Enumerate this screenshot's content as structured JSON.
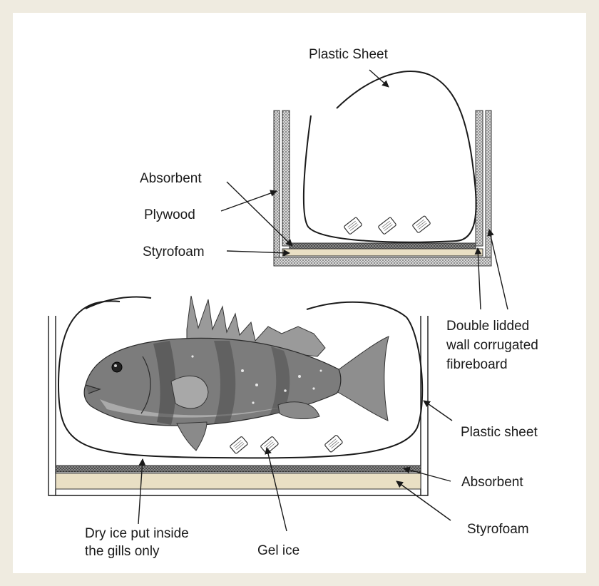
{
  "labels": {
    "plastic_sheet_top": "Plastic Sheet",
    "absorbent_top": "Absorbent",
    "plywood": "Plywood",
    "styrofoam_top": "Styrofoam",
    "double_lidded_1": "Double lidded",
    "double_lidded_2": "wall corrugated",
    "double_lidded_3": "fibreboard",
    "plastic_sheet_bottom": "Plastic sheet",
    "absorbent_bottom": "Absorbent",
    "styrofoam_bottom": "Styrofoam",
    "dry_ice_1": "Dry ice put inside",
    "dry_ice_2": "the gills only",
    "gel_ice": "Gel ice"
  },
  "colors": {
    "background": "#efebe0",
    "panel": "#ffffff",
    "styrofoam": "#e9dfc4",
    "absorbent": "#6f6f6f",
    "ink": "#1a1a1a"
  }
}
